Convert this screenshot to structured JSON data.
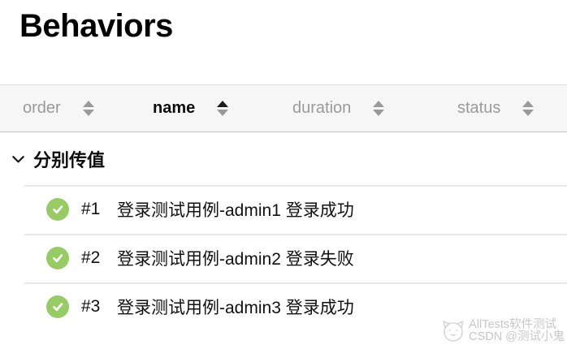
{
  "page": {
    "title": "Behaviors"
  },
  "header": {
    "columns": [
      {
        "label": "order",
        "sort": "none"
      },
      {
        "label": "name",
        "sort": "asc"
      },
      {
        "label": "duration",
        "sort": "none"
      },
      {
        "label": "status",
        "sort": "none"
      }
    ]
  },
  "tree": {
    "group": {
      "label": "分别传值",
      "expanded": true,
      "icon": "chevron-down-icon"
    },
    "rows": [
      {
        "order": "#1",
        "name": "登录测试用例-admin1 登录成功",
        "status": "passed",
        "icon": "check-circle-icon"
      },
      {
        "order": "#2",
        "name": "登录测试用例-admin2 登录失败",
        "status": "passed",
        "icon": "check-circle-icon"
      },
      {
        "order": "#3",
        "name": "登录测试用例-admin3 登录成功",
        "status": "passed",
        "icon": "check-circle-icon"
      }
    ]
  },
  "watermark": {
    "line1": "AllTests软件测试",
    "line2": "CSDN @测试小鬼",
    "icon": "cat-logo-icon"
  },
  "colors": {
    "status_passed": "#97cc64",
    "header_bg": "#f6f6f6",
    "header_text": "#9a9a9a",
    "active_sort": "#1a1a1a",
    "row_separator": "#e9e9e9",
    "watermark_text": "#c7c7c7"
  }
}
